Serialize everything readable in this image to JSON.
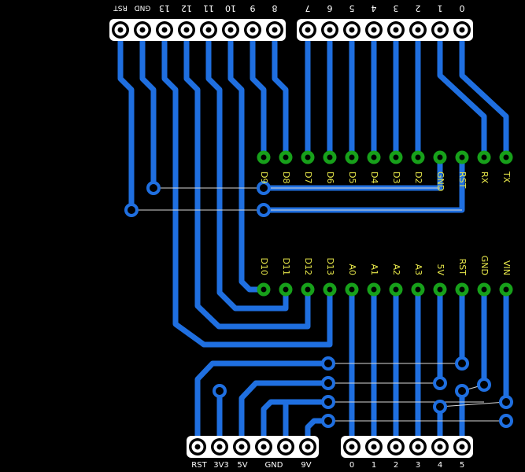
{
  "top_header_labels": [
    "RST",
    "GND",
    "13",
    "12",
    "11",
    "10",
    "9",
    "8",
    "7",
    "6",
    "5",
    "4",
    "3",
    "2",
    "1",
    "0"
  ],
  "module_upper_labels": [
    "D9",
    "D8",
    "D7",
    "D6",
    "D5",
    "D4",
    "D3",
    "D2",
    "GND",
    "RST",
    "RX",
    "TX"
  ],
  "module_lower_labels": [
    "D10",
    "D11",
    "D12",
    "D13",
    "A0",
    "A1",
    "A2",
    "A3",
    "5V",
    "RST",
    "GND",
    "VIN"
  ],
  "power_header_labels": [
    "RST",
    "3V3",
    "5V",
    "GND",
    "9V"
  ],
  "analog_header_labels": [
    "0",
    "1",
    "2",
    "3",
    "4",
    "5"
  ],
  "colors": {
    "background": "#000000",
    "trace": "#1f6fe0",
    "pad_ring": "#1f6fe0",
    "green_pad": "#17a01a",
    "header_pad": "#ffffff",
    "module_label": "#e8e84a",
    "header_label": "#ffffff",
    "airwire": "#d9d9d9"
  }
}
